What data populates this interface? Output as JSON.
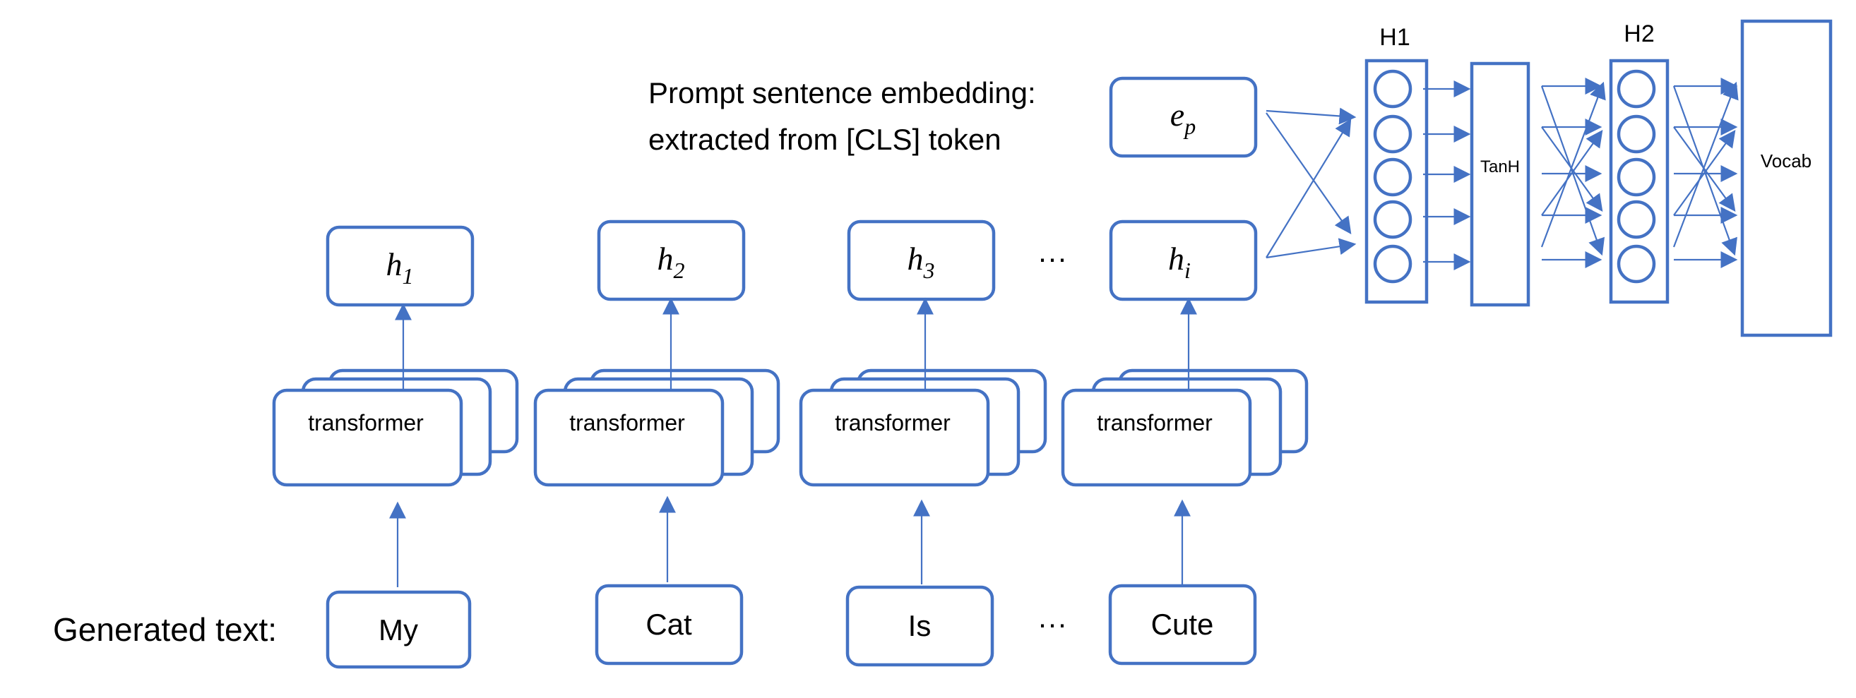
{
  "prompt_caption": [
    "Prompt sentence embedding:",
    "extracted from [CLS] token"
  ],
  "generated_caption": "Generated text:",
  "columns": [
    {
      "h_base": "h",
      "h_sub": "1",
      "block": "transformer",
      "token": "My"
    },
    {
      "h_base": "h",
      "h_sub": "2",
      "block": "transformer",
      "token": "Cat"
    },
    {
      "h_base": "h",
      "h_sub": "3",
      "block": "transformer",
      "token": "Is"
    },
    {
      "h_base": "h",
      "h_sub": "i",
      "block": "transformer",
      "token": "Cute"
    }
  ],
  "ellipsis_top": "···",
  "ellipsis_bottom": "···",
  "prompt_embedding": {
    "base": "e",
    "sub": "p"
  },
  "h1_label": "H1",
  "activation_label": "TanH",
  "h2_label": "H2",
  "output_label": "Vocab",
  "colors": {
    "stroke": "#4472C4",
    "text": "#000000",
    "background": "#ffffff"
  }
}
